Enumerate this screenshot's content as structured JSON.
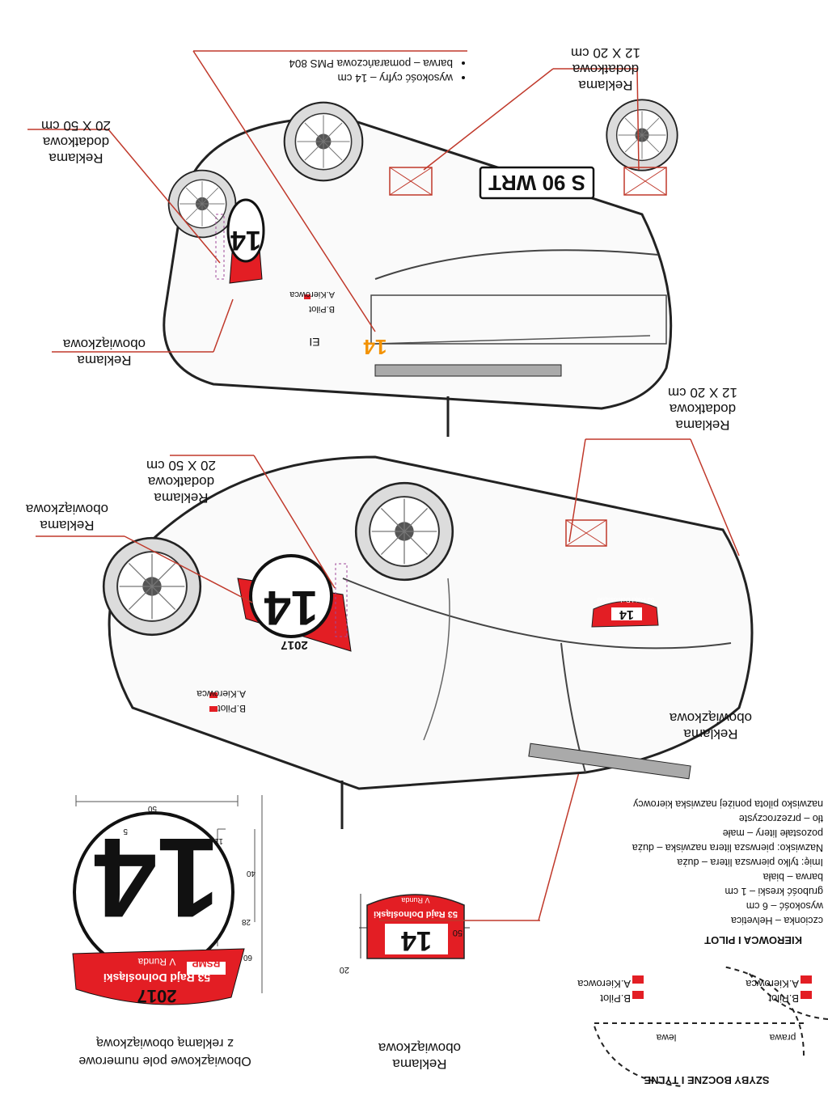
{
  "sheet": {
    "callouts": {
      "car1_mandatory": {
        "line1": "Reklama",
        "line2": "obowiązkowa"
      },
      "car1_add_side": {
        "line1": "Reklama",
        "line2": "dodatkowa",
        "size": "20 X 50 cm"
      },
      "car1_add_rear": {
        "line1": "Reklama",
        "line2": "dodatkowa",
        "size": "12 X 20 cm"
      },
      "car2_mandatory_side": {
        "line1": "Reklama",
        "line2": "obowiązkowa"
      },
      "car2_add_side": {
        "line1": "Reklama",
        "line2": "dodatkowa",
        "size": "20 X 50 cm"
      },
      "car2_add_rear": {
        "line1": "Reklama",
        "line2": "dodatkowa",
        "size": "12 X 20 cm"
      },
      "car2_mandatory_front": {
        "line1": "Reklama",
        "line2": "obowiązkowa"
      },
      "bottom_mandatory": {
        "line1": "Reklama",
        "line2": "obowiązkowa"
      }
    },
    "rear_number_specs": [
      "barwa – pomarańczowa PMS 804",
      "wysokość cyfry – 14 cm"
    ],
    "license_plate": "S 90 WRT",
    "start_number": "14",
    "door_labels": {
      "driver": "A.Kierowca",
      "copilot": "B.Pilot",
      "plate_logo_text": "EI"
    },
    "number_field": {
      "title_line1": "Obowiązkowe  pole numerowe",
      "title_line2": "z reklamą obowiązkową",
      "banner_year": "2017",
      "banner_rally": "53 Rajd Dolnośląski",
      "banner_round": "V Runda",
      "banner_logo": "RSMP",
      "dims": {
        "width": "50",
        "offset": "5",
        "top": "11",
        "digits": "40",
        "digits_low": "28",
        "height": "60"
      }
    },
    "small_plate": {
      "width": "50",
      "height": "20"
    },
    "crew_specs": {
      "heading": "KIEROWCA I PILOT",
      "items": [
        "czcionka – Helvetica",
        "wysokość – 6 cm",
        "grubość kreski – 1 cm",
        "barwa – biała",
        "Imię: tylko pierwsza litera – duża",
        "Nazwisko: pierwsza litera nazwiska – duża",
        "pozostałe litery – małe",
        "tło – przezroczyste",
        "nazwisko pilota poniżej nazwiska kierowcy"
      ]
    },
    "windows": {
      "title": "SZYBY BOCZNE I TYLNE",
      "left": "lewa",
      "right": "prawa"
    },
    "colors": {
      "red": "#e31e24",
      "orange": "#f39200",
      "leader": "#c0392b"
    }
  }
}
